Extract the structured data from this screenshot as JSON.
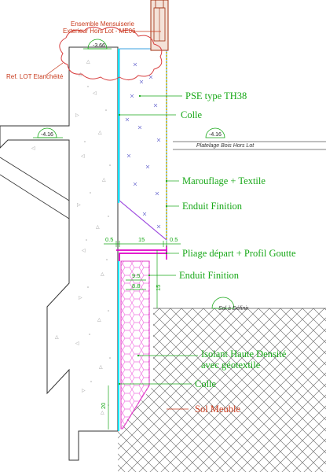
{
  "labels": {
    "window": [
      "Ensemble Mensuiserie",
      "Exterieur Hors Lot - ME06"
    ],
    "waterproofing": "Ref. LOT Etanchéité",
    "pse": "PSE type TH38",
    "colle_top": "Colle",
    "marouflage": "Marouflage + Textile",
    "enduit_top": "Enduit Finition",
    "pliage": "Pliage départ + Profil Goutte",
    "enduit_mid": "Enduit Finition",
    "isolant_line1": "Isolant Haute Densité",
    "isolant_line2": "avec géotextile",
    "colle_bottom": "Colle",
    "sol_meuble": "Sol Meuble",
    "platelage": "Platelage Bois Hors Lot",
    "sol_definir": "Sol à Définir"
  },
  "levels": {
    "top": "-3.66",
    "left": "-4.16",
    "right": "-4.16"
  },
  "dimensions": {
    "d_left": "0.5",
    "d_mid": "15",
    "d_right": "0.5",
    "d_95": "9.5",
    "d_88": "8.8",
    "d_15v": "15",
    "d_20v": "20"
  },
  "colors": {
    "label_green": "#18a818",
    "note_red": "#c83a1c",
    "insulation_blue": "#3aa0e0",
    "glue_cyan": "#00e5ff",
    "dense_pink": "#e040c8"
  }
}
